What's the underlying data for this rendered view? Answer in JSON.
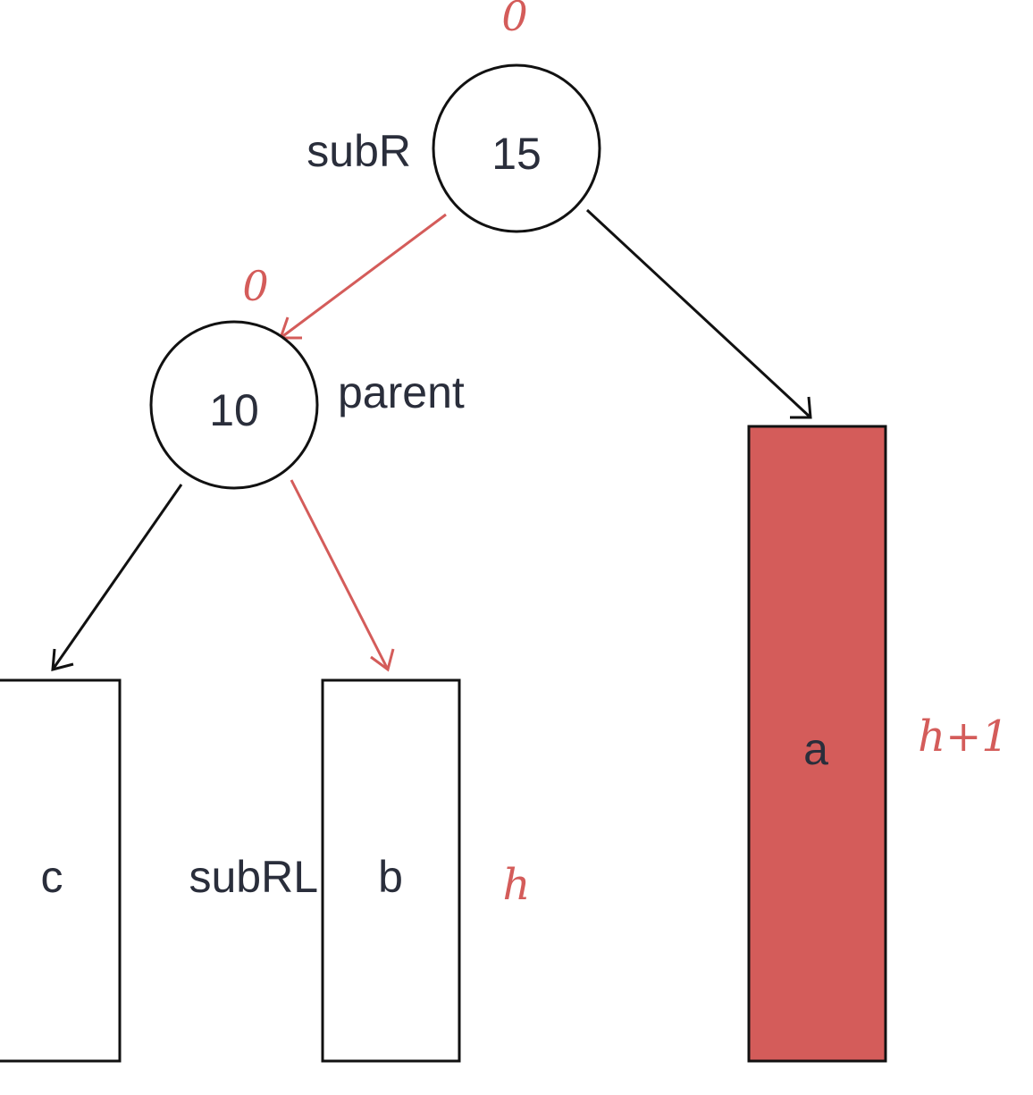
{
  "colors": {
    "accent": "#d45c5a",
    "ink": "#111111",
    "text": "#2a2e3b"
  },
  "nodes": {
    "root": {
      "value": "15",
      "name": "subR",
      "balance": "0"
    },
    "child": {
      "value": "10",
      "name": "parent",
      "balance": "0"
    }
  },
  "subtrees": {
    "c": {
      "label": "c"
    },
    "b": {
      "label": "b",
      "name": "subRL",
      "height": "h"
    },
    "a": {
      "label": "a",
      "height": "h+1"
    }
  }
}
